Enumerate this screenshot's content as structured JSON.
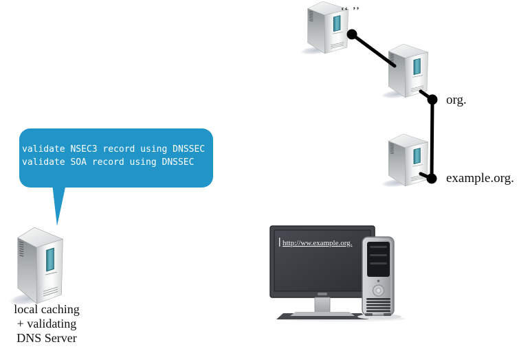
{
  "bubble": {
    "lines": [
      "validate NSEC3 record using DNSSEC",
      "validate SOA record using DNSSEC"
    ],
    "bg_color": "#2194C8",
    "text_color": "#ffffff"
  },
  "tree": {
    "root_label": "‘‘ ’’",
    "tld_label": "org.",
    "domain_label": "example.org.",
    "connector_color": "#000000"
  },
  "resolver": {
    "caption": [
      "local caching",
      "+ validating",
      "DNS Server"
    ]
  },
  "client": {
    "url": "http://ww.example.org."
  },
  "icons": {
    "server_accent_color": "#4f9fae"
  }
}
